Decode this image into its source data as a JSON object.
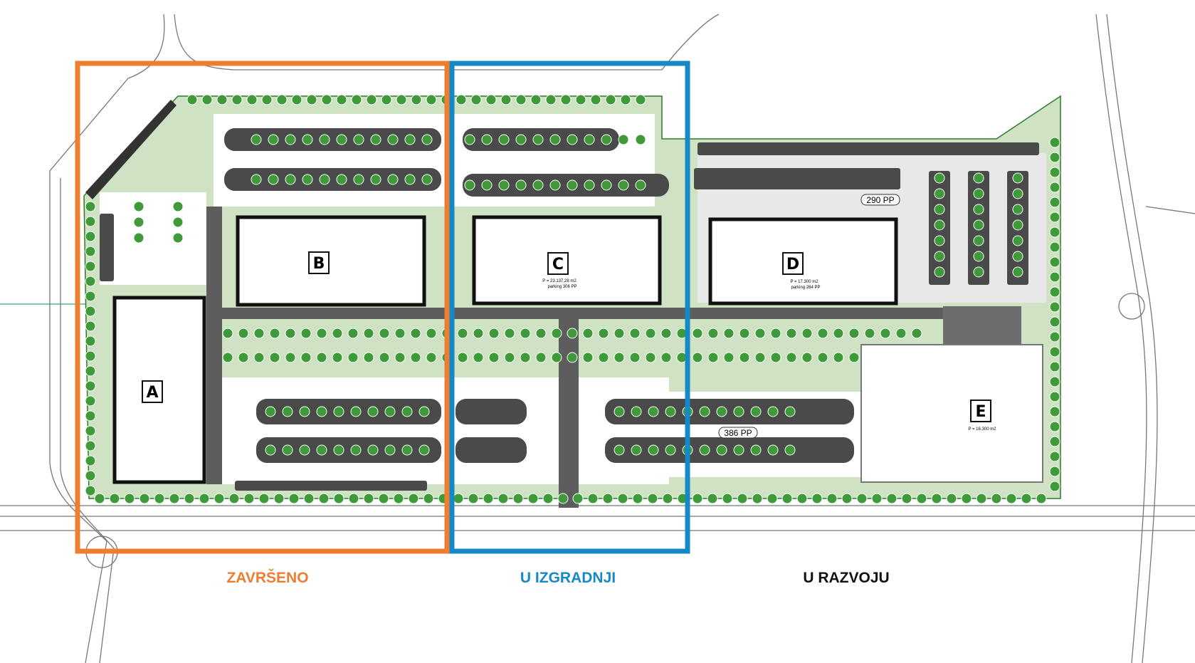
{
  "phases": [
    {
      "label": "ZAVRŠENO",
      "color": "#ee7d30"
    },
    {
      "label": "U IZGRADNJI",
      "color": "#1589c6"
    },
    {
      "label": "U RAZVOJU",
      "color": "#111111"
    }
  ],
  "buildings": {
    "A": {
      "label": "A"
    },
    "B": {
      "label": "B"
    },
    "C": {
      "label": "C",
      "area": "P = 23.137,28 m2",
      "parking": "parking 306 PP"
    },
    "D": {
      "label": "D",
      "area": "P = 17.300 m2",
      "parking": "parking 284 PP"
    },
    "E": {
      "label": "E",
      "area": "P = 16.300 m2"
    }
  },
  "parking_labels": {
    "north": "290 PP",
    "south": "386 PP"
  },
  "colors": {
    "green": "#cfe2c3",
    "tree": "#3f9a3a",
    "parking": "#4a4a4a",
    "road": "#5a5a5a"
  }
}
